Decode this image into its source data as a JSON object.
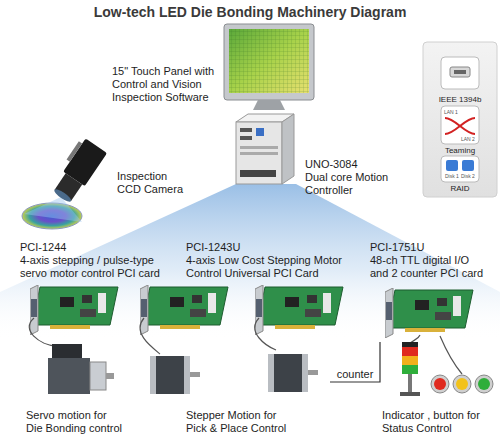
{
  "diagram": {
    "title": "Low-tech LED Die Bonding Machinery Diagram",
    "nodes": [
      {
        "text": [
          "15\" Touch Panel with Control and Vision Inspection Software"
        ]
      },
      {
        "text": [
          "Inspection CCD Camera"
        ]
      },
      {
        "text": [
          "UNO-3084",
          "Dual core Motion Controller"
        ]
      },
      {
        "text": [
          "IEEE 1394b",
          "Teaming",
          "RAID"
        ]
      },
      {
        "text": [
          "PCI-1244",
          "4-axis stepping / pulse-type servo motor control PCI card"
        ]
      },
      {
        "text": [
          "PCI-1243U",
          "4-axis Low Cost Stepping Motor Control Universal PCI Card"
        ]
      },
      {
        "text": [
          "PCI-1751U",
          "48-ch TTL digital I/O and 2 counter PCI card"
        ]
      },
      {
        "text": [
          "Servo motion for Die Bonding control"
        ]
      },
      {
        "text": [
          "Stepper Motion for Pick & Place Control"
        ]
      },
      {
        "text": [
          "Indicator , button for Status Control"
        ]
      }
    ],
    "edges": [
      {
        "from": 8,
        "to": 6,
        "label": "counter",
        "arrow": "none"
      }
    ],
    "labels": [
      "LAN 1",
      "LAN 2",
      "Disk 1",
      "Disk 2"
    ]
  }
}
